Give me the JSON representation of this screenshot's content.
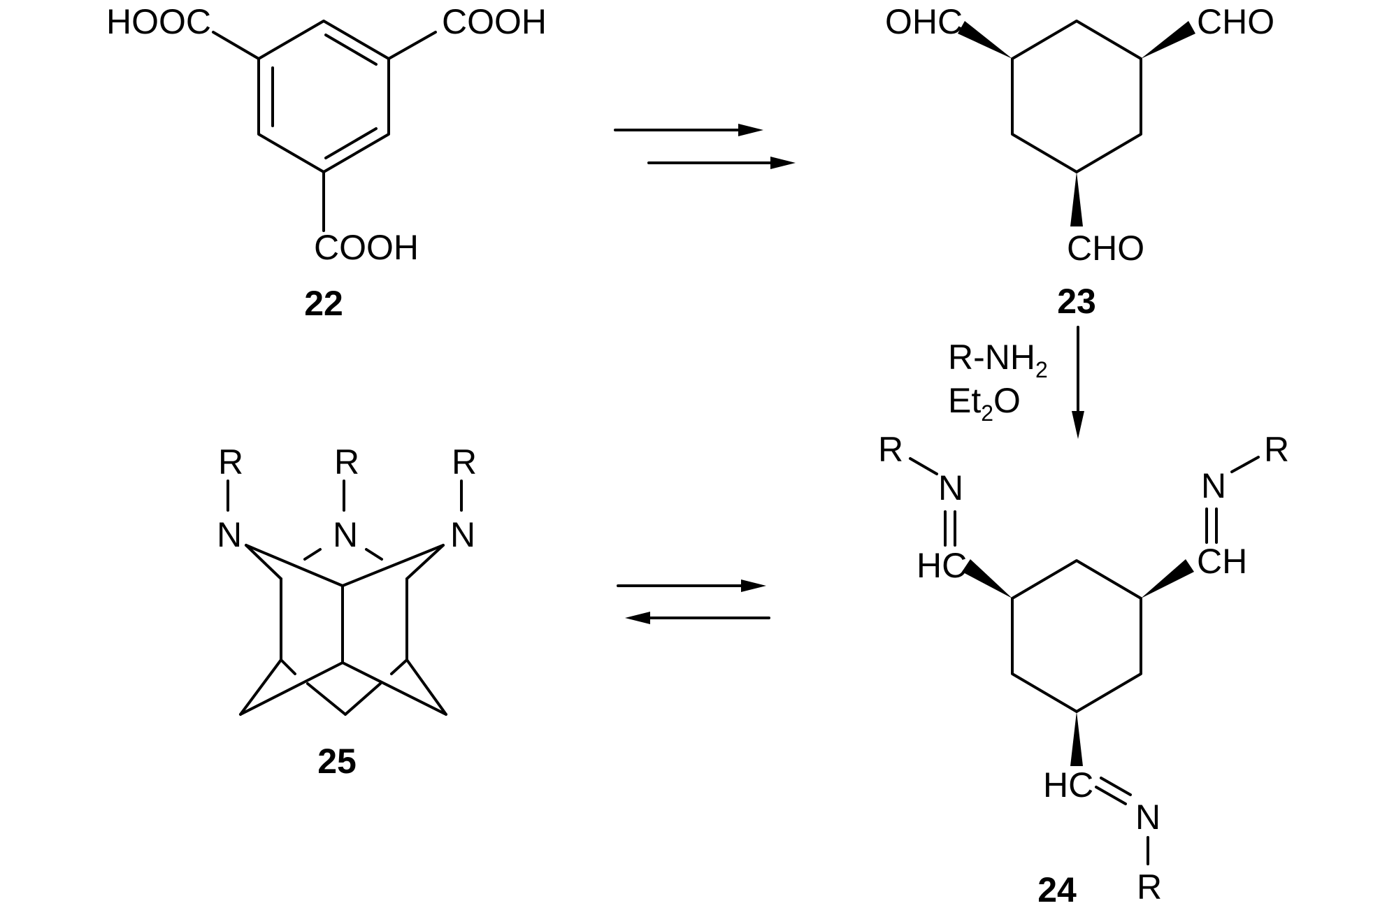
{
  "compounds": {
    "c22": {
      "number": "22",
      "substituent_top_left": "HOOC",
      "substituent_top_right": "COOH",
      "substituent_bottom": "COOH"
    },
    "c23": {
      "number": "23",
      "substituent_top_left": "OHC",
      "substituent_top_right": "CHO",
      "substituent_bottom": "CHO"
    },
    "c24": {
      "number": "24",
      "hc_label": "HC",
      "ch_label": "CH",
      "n_label": "N",
      "r_label": "R"
    },
    "c25": {
      "number": "25",
      "n_label": "N",
      "r_label": "R"
    }
  },
  "reagents": {
    "amine_prefix": "R-NH",
    "amine_subscript": "2",
    "solvent_prefix": "Et",
    "solvent_subscript": "2",
    "solvent_suffix": "O"
  }
}
